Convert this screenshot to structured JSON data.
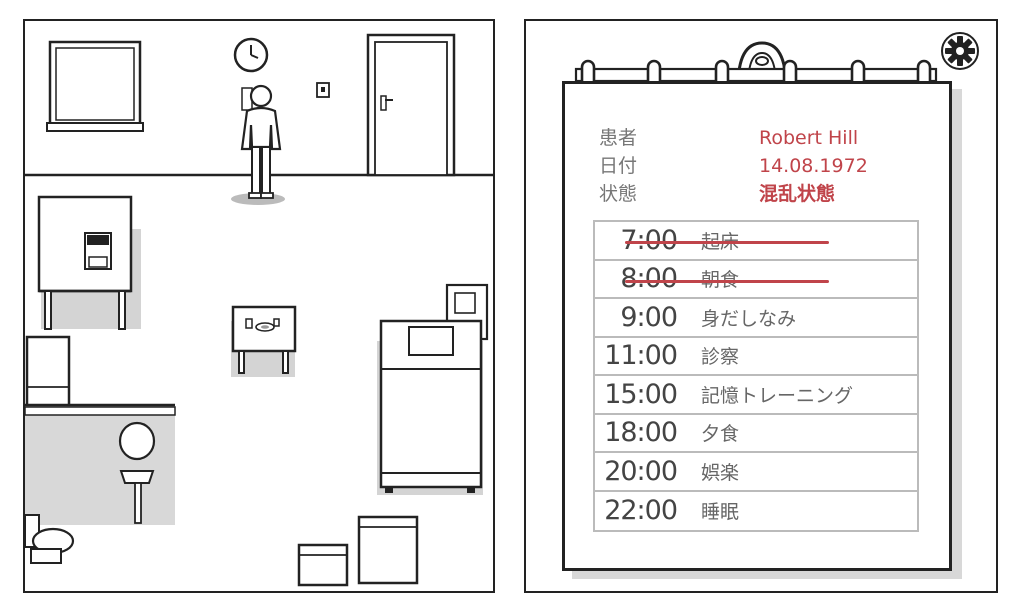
{
  "notebook": {
    "patient_label": "患者",
    "patient_value": "Robert Hill",
    "date_label": "日付",
    "date_value": "14.08.1972",
    "status_label": "状態",
    "status_value": "混乱状態"
  },
  "schedule": [
    {
      "time": "7:00",
      "activity": "起床",
      "done": true
    },
    {
      "time": "8:00",
      "activity": "朝食",
      "done": true
    },
    {
      "time": "9:00",
      "activity": "身だしなみ",
      "done": false
    },
    {
      "time": "11:00",
      "activity": "診察",
      "done": false
    },
    {
      "time": "15:00",
      "activity": "記憶トレーニング",
      "done": false
    },
    {
      "time": "18:00",
      "activity": "夕食",
      "done": false
    },
    {
      "time": "20:00",
      "activity": "娯楽",
      "done": false
    },
    {
      "time": "22:00",
      "activity": "睡眠",
      "done": false
    }
  ],
  "icons": {
    "settings": "gear-icon",
    "clock": "clock-icon"
  },
  "colors": {
    "accent_red": "#c0444a",
    "outline": "#222222",
    "shadow": "#d8d8d8"
  }
}
